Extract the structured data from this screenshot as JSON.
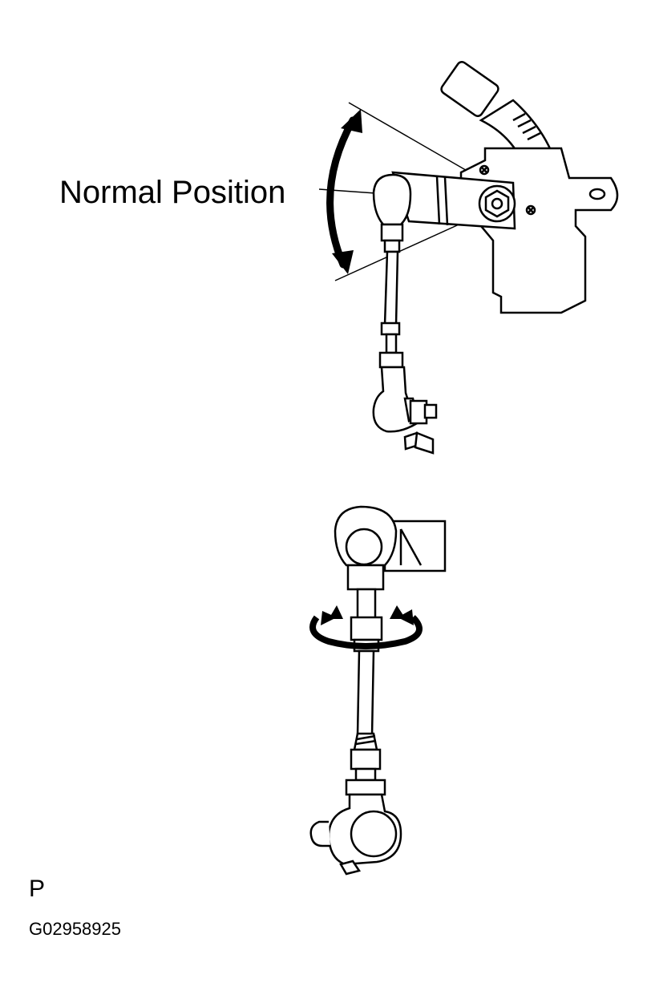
{
  "labels": {
    "normal_position": "Normal Position",
    "view_letter": "P",
    "figure_code": "G02958925"
  },
  "colors": {
    "ink": "#000000",
    "paper": "#ffffff",
    "highlight": "#f4f4f4"
  },
  "icons": {
    "arc_arrow": "double-headed-curved-arrow",
    "rotation_arrow": "circular-rotation-arrow",
    "bolt": "bolt-head-icon",
    "screw": "cross-screw-icon"
  }
}
